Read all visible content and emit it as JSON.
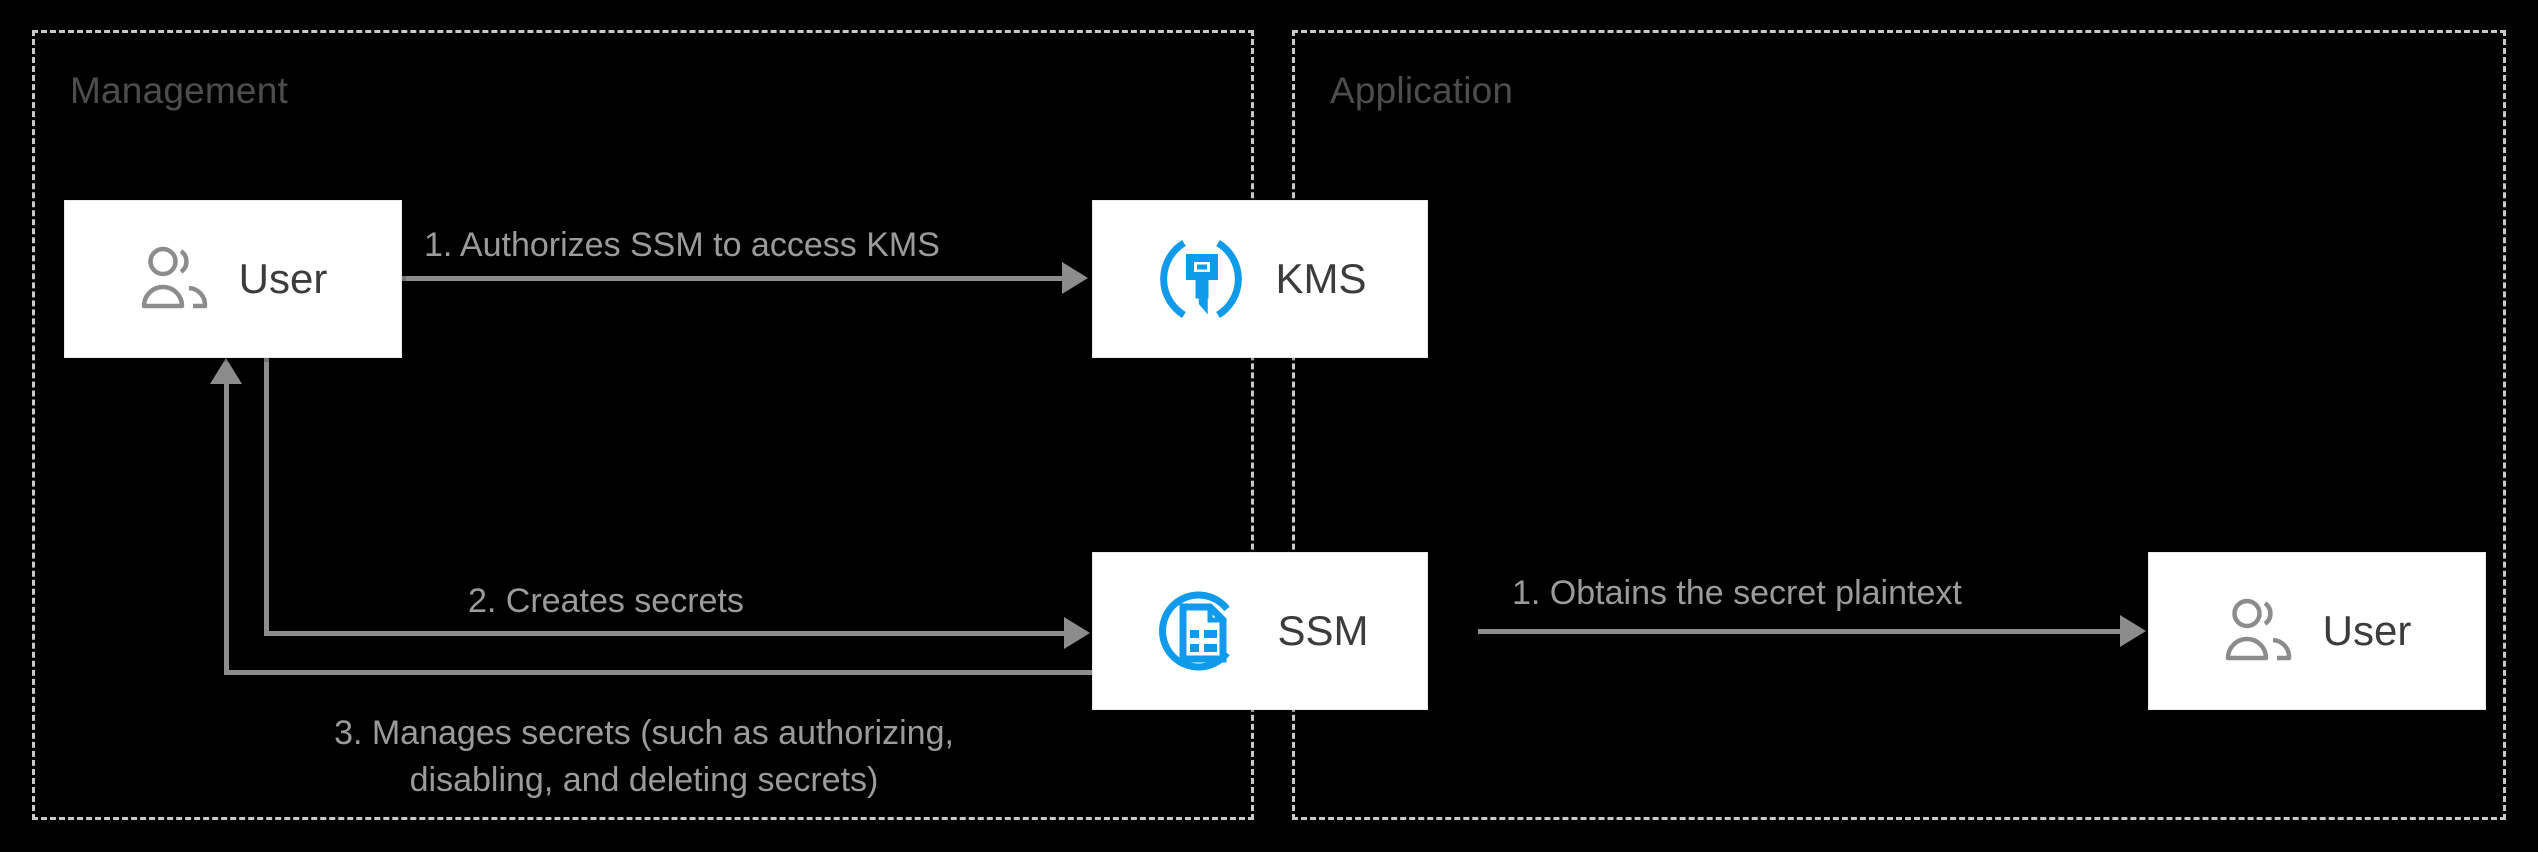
{
  "diagram": {
    "type": "flow-diagram",
    "background_color": "#000000",
    "accent_color": "#0f9aeb",
    "line_color": "#8c8c8c",
    "label_color": "#9b9b9b",
    "node_text_color": "#3c3c3c",
    "panel_title_color": "#4d4d4d",
    "panel_border_color": "#c9c9c9"
  },
  "panels": [
    {
      "id": "management",
      "title": "Management"
    },
    {
      "id": "application",
      "title": "Application"
    }
  ],
  "nodes": [
    {
      "id": "user-management",
      "label": "User",
      "icon": "users-icon",
      "panel": "management"
    },
    {
      "id": "kms",
      "label": "KMS",
      "icon": "kms-key-icon",
      "panel": "management"
    },
    {
      "id": "ssm",
      "label": "SSM",
      "icon": "ssm-document-icon",
      "panel": "management"
    },
    {
      "id": "user-application",
      "label": "User",
      "icon": "users-icon",
      "panel": "application"
    }
  ],
  "edges": [
    {
      "id": "edge-authorize",
      "label": "1. Authorizes SSM to access KMS",
      "from": "user-management",
      "to": "kms"
    },
    {
      "id": "edge-obtain",
      "label": "1. Obtains the secret plaintext",
      "from": "ssm",
      "to": "user-application"
    },
    {
      "id": "edge-create",
      "label": "2. Creates secrets",
      "from": "user-management",
      "to": "ssm"
    },
    {
      "id": "edge-manage",
      "label_line1": "3. Manages secrets (such as authorizing,",
      "label_line2": "disabling, and deleting secrets)",
      "from": "ssm",
      "to": "user-management"
    }
  ]
}
